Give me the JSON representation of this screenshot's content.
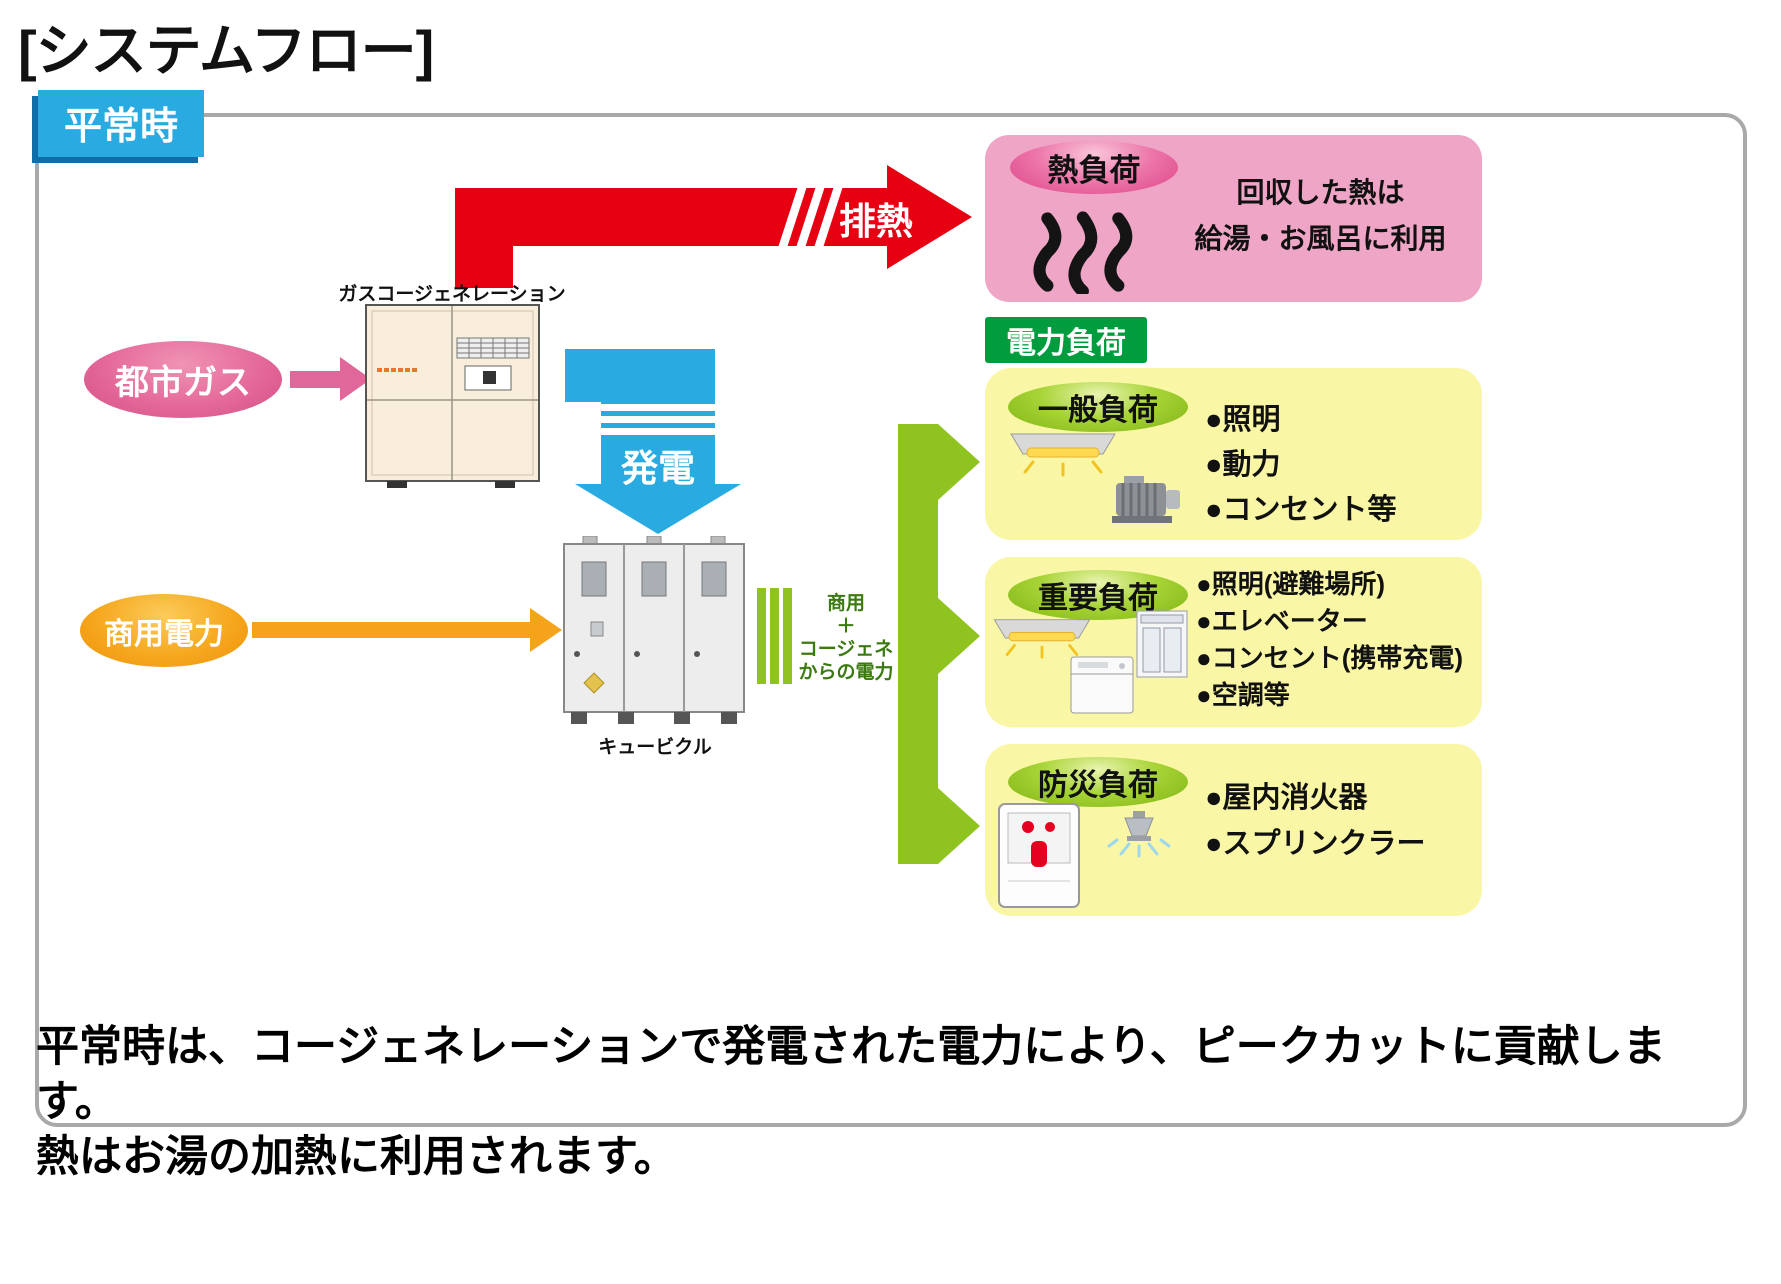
{
  "page": {
    "title": "[システムフロー]",
    "mode_badge": "平常時",
    "footer_line1": "平常時は、コージェネレーションで発電された電力により、ピークカットに貢献します。",
    "footer_line2": "熱はお湯の加熱に利用されます。"
  },
  "sources": {
    "city_gas": "都市ガス",
    "commercial_power": "商用電力"
  },
  "equipment": {
    "cogeneration_label": "ガスコージェネレーション",
    "cubicle_label": "キュービクル"
  },
  "flows": {
    "exhaust_heat": "排熱",
    "generation": "発電",
    "combined_power_lines": [
      "商用",
      "＋",
      "コージェネ",
      "からの電力"
    ]
  },
  "heat_load": {
    "badge": "熱負荷",
    "icon": "steam-icon",
    "description_line1": "回収した熱は",
    "description_line2": "給湯・お風呂に利用"
  },
  "power_load": {
    "badge": "電力負荷",
    "groups": [
      {
        "badge": "一般負荷",
        "icons": [
          "ceiling-light-icon",
          "motor-icon"
        ],
        "items": [
          "●照明",
          "●動力",
          "●コンセント等"
        ]
      },
      {
        "badge": "重要負荷",
        "icons": [
          "ceiling-light-icon",
          "ac-unit-icon",
          "elevator-icon"
        ],
        "items": [
          "●照明(避難場所)",
          "●エレベーター",
          "●コンセント(携帯充電)",
          "●空調等"
        ]
      },
      {
        "badge": "防災負荷",
        "icons": [
          "fire-extinguisher-icon",
          "sprinkler-icon"
        ],
        "items": [
          "●屋内消火器",
          "●スプリンクラー"
        ]
      }
    ]
  },
  "colors": {
    "mode_blue": "#29abe2",
    "heat_red": "#e60012",
    "distribution_green": "#8fc31f",
    "load_label_green": "#009c3e",
    "heat_box_pink": "#efa5c5",
    "load_box_yellow": "#f9f7a5",
    "city_gas_pink": "#e0679a",
    "commercial_orange": "#f5a31b"
  }
}
